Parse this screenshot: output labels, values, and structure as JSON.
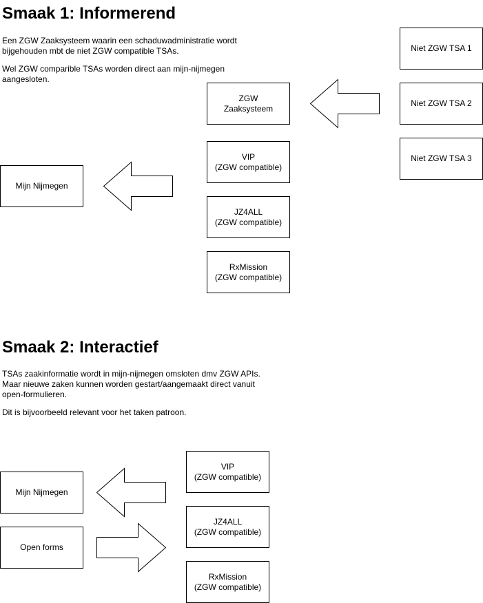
{
  "section1": {
    "title": "Smaak 1: Informerend",
    "description": "Een ZGW Zaaksysteem waarin een schaduwadministratie wordt\nbijgehouden mbt de niet ZGW compatible TSAs.",
    "note": "Wel ZGW comparible TSAs worden direct aan mijn-nijmegen\naangesloten.",
    "boxes": {
      "niet_zgw_tsa_1": "Niet ZGW TSA 1",
      "niet_zgw_tsa_2": "Niet ZGW TSA 2",
      "niet_zgw_tsa_3": "Niet ZGW TSA 3",
      "zgw_zaaksysteem": "ZGW\nZaaksysteem",
      "vip": "VIP\n(ZGW compatible)",
      "jz4all": "JZ4ALL\n(ZGW compatible)",
      "rxmission": "RxMission\n(ZGW compatible)",
      "mijn_nijmegen": "Mijn Nijmegen"
    }
  },
  "section2": {
    "title": "Smaak 2: Interactief",
    "description": "TSAs zaakinformatie wordt in mijn-nijmegen omsloten dmv ZGW APIs.\nMaar nieuwe zaken kunnen worden gestart/aangemaakt direct vanuit\nopen-formulieren.",
    "note": "Dit is bijvoorbeeld relevant voor het taken patroon.",
    "boxes": {
      "vip": "VIP\n(ZGW compatible)",
      "jz4all": "JZ4ALL\n(ZGW compatible)",
      "rxmission": "RxMission\n(ZGW compatible)",
      "mijn_nijmegen": "Mijn Nijmegen",
      "open_forms": "Open forms"
    }
  },
  "arrows": {
    "s1_tsa_to_zaaksysteem": "left",
    "s1_to_mijn_nijmegen": "left",
    "s2_to_mijn_nijmegen": "left",
    "s2_open_forms_to_tsas": "right"
  }
}
